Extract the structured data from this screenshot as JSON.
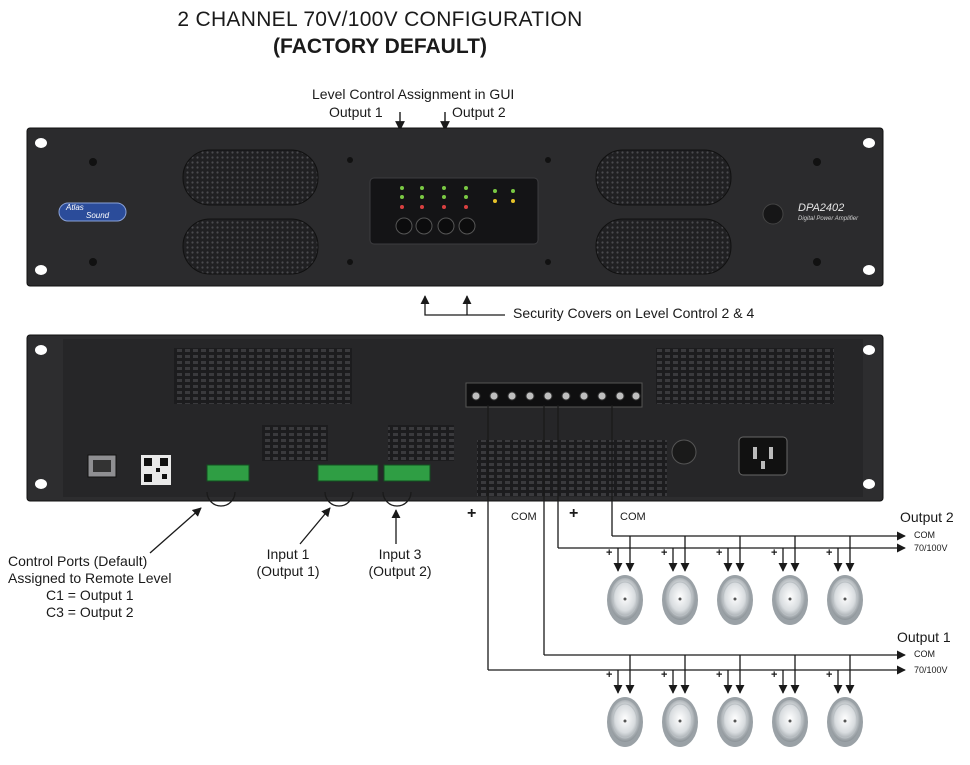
{
  "title": {
    "line1": "2 CHANNEL  70V/100V CONFIGURATION",
    "line2": "(FACTORY DEFAULT)"
  },
  "front_panel": {
    "gui_label": "Level Control Assignment in GUI",
    "output1_label": "Output 1",
    "output2_label": "Output 2",
    "security_label": "Security Covers on Level Control 2 & 4",
    "brand_line1": "Atlas",
    "brand_line2": "Sound",
    "model": "DPA2402",
    "model_sub": "Digital Power Amplifier"
  },
  "rear_panel": {
    "plus_left": "+",
    "com_left": "COM",
    "plus_right": "+",
    "com_right": "COM"
  },
  "callouts": {
    "control_ports": [
      "Control Ports (Default)",
      "Assigned to Remote Level",
      "C1 = Output 1",
      "C3 = Output 2"
    ],
    "input1": [
      "Input 1",
      "(Output 1)"
    ],
    "input3": [
      "Input 3",
      "(Output 2)"
    ]
  },
  "outputs": {
    "output2": {
      "title": "Output 2",
      "com": "COM",
      "voltage": "70/100V"
    },
    "output1": {
      "title": "Output 1",
      "com": "COM",
      "voltage": "70/100V"
    }
  },
  "speaker_terminal_labels": {
    "plus": "+"
  },
  "colors": {
    "chassis": "#2a2a2c",
    "chassis_dark": "#1b1b1d",
    "terminal_green": "#2f9e44",
    "logo_blue": "#2b4c9a",
    "line": "#1a1a1a"
  }
}
